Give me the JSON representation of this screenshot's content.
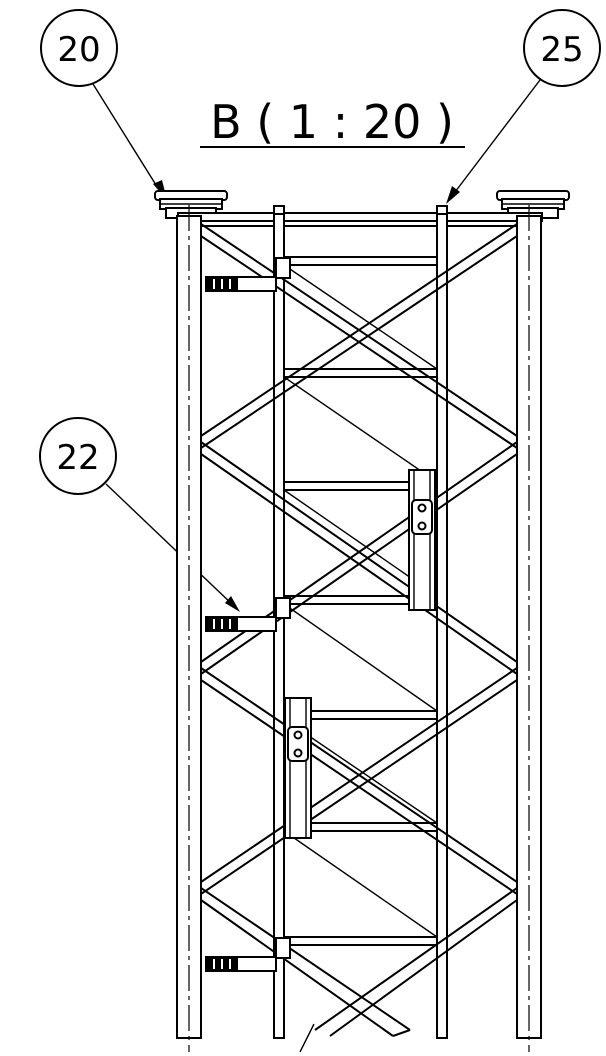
{
  "view": {
    "title": "B ( 1 : 20 )"
  },
  "callouts": [
    {
      "id": "c20",
      "label": "20"
    },
    {
      "id": "c25",
      "label": "25"
    },
    {
      "id": "c22",
      "label": "22"
    }
  ],
  "colors": {
    "line": "#000000",
    "background": "#ffffff"
  }
}
